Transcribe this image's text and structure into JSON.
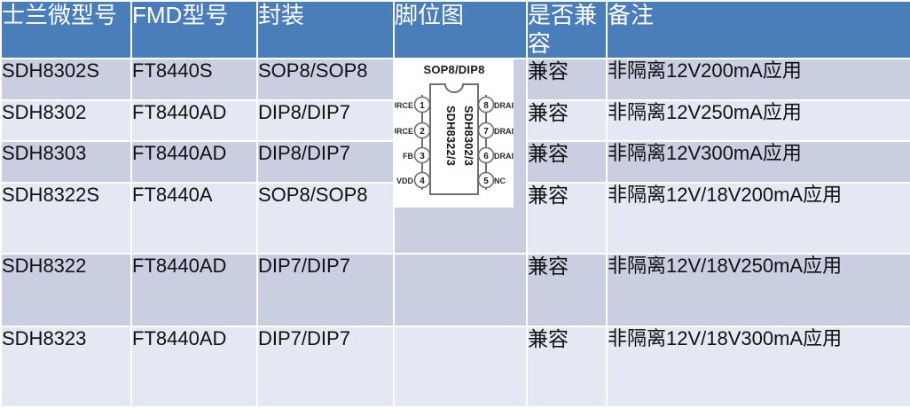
{
  "table": {
    "headers": [
      {
        "label": "士兰微型号",
        "style": "cjk-serif"
      },
      {
        "label": "FMD型号",
        "style": "latin-bold-cjk"
      },
      {
        "label": "封装",
        "style": "cjk-serif"
      },
      {
        "label": "脚位图",
        "style": "cjk-serif"
      },
      {
        "label": "是否兼容",
        "style": "cjk-serif"
      },
      {
        "label": "备注",
        "style": "cjk-serif"
      }
    ],
    "header_fmd_latin": "FMD",
    "header_fmd_cjk": "型号",
    "rows": [
      {
        "sl_model": "SDH8302S",
        "fmd_model": "FT8440S",
        "package": "SOP8/SOP8",
        "compatible": "兼容",
        "remark": "非隔离12V200mA应用",
        "shade": "dark"
      },
      {
        "sl_model": "SDH8302",
        "fmd_model": "FT8440AD",
        "package": "DIP8/DIP7",
        "compatible": "兼容",
        "remark": "非隔离12V250mA应用",
        "shade": "light"
      },
      {
        "sl_model": "SDH8303",
        "fmd_model": "FT8440AD",
        "package": "DIP8/DIP7",
        "compatible": "兼容",
        "remark": "非隔离12V300mA应用",
        "shade": "dark"
      },
      {
        "sl_model": "SDH8322S",
        "fmd_model": "FT8440A",
        "package": "SOP8/SOP8",
        "compatible": "兼容",
        "remark": "非隔离12V/18V200mA应用",
        "shade": "light"
      },
      {
        "sl_model": "SDH8322",
        "fmd_model": "FT8440AD",
        "package": "DIP7/DIP7",
        "compatible": "兼容",
        "remark": "非隔离12V/18V250mA应用",
        "shade": "dark"
      },
      {
        "sl_model": "SDH8323",
        "fmd_model": "FT8440AD",
        "package": "DIP7/DIP7",
        "compatible": "兼容",
        "remark": "非隔离12V/18V300mA应用",
        "shade": "light"
      }
    ]
  },
  "pin_diagram": {
    "title": "SOP8/DIP8",
    "chip_label_left": "SDH8322/3",
    "chip_label_right": "SDH8302/3",
    "left_pins": [
      {
        "num": "1",
        "label": "SOURCE"
      },
      {
        "num": "2",
        "label": "SOURCE"
      },
      {
        "num": "3",
        "label": "FB"
      },
      {
        "num": "4",
        "label": "VDD"
      }
    ],
    "right_pins": [
      {
        "num": "8",
        "label": "DRAIN"
      },
      {
        "num": "7",
        "label": "DRAIN"
      },
      {
        "num": "6",
        "label": "DRAIN"
      },
      {
        "num": "5",
        "label": "NC"
      }
    ]
  },
  "colors": {
    "header_blue": "#4a7ebb",
    "row_dark": "#c9cfe1",
    "row_light": "#e3e8f2",
    "header_text": "#ffffff",
    "body_text": "#111111",
    "diagram_bg": "#ffffff",
    "diagram_line": "#6f6f6f"
  }
}
